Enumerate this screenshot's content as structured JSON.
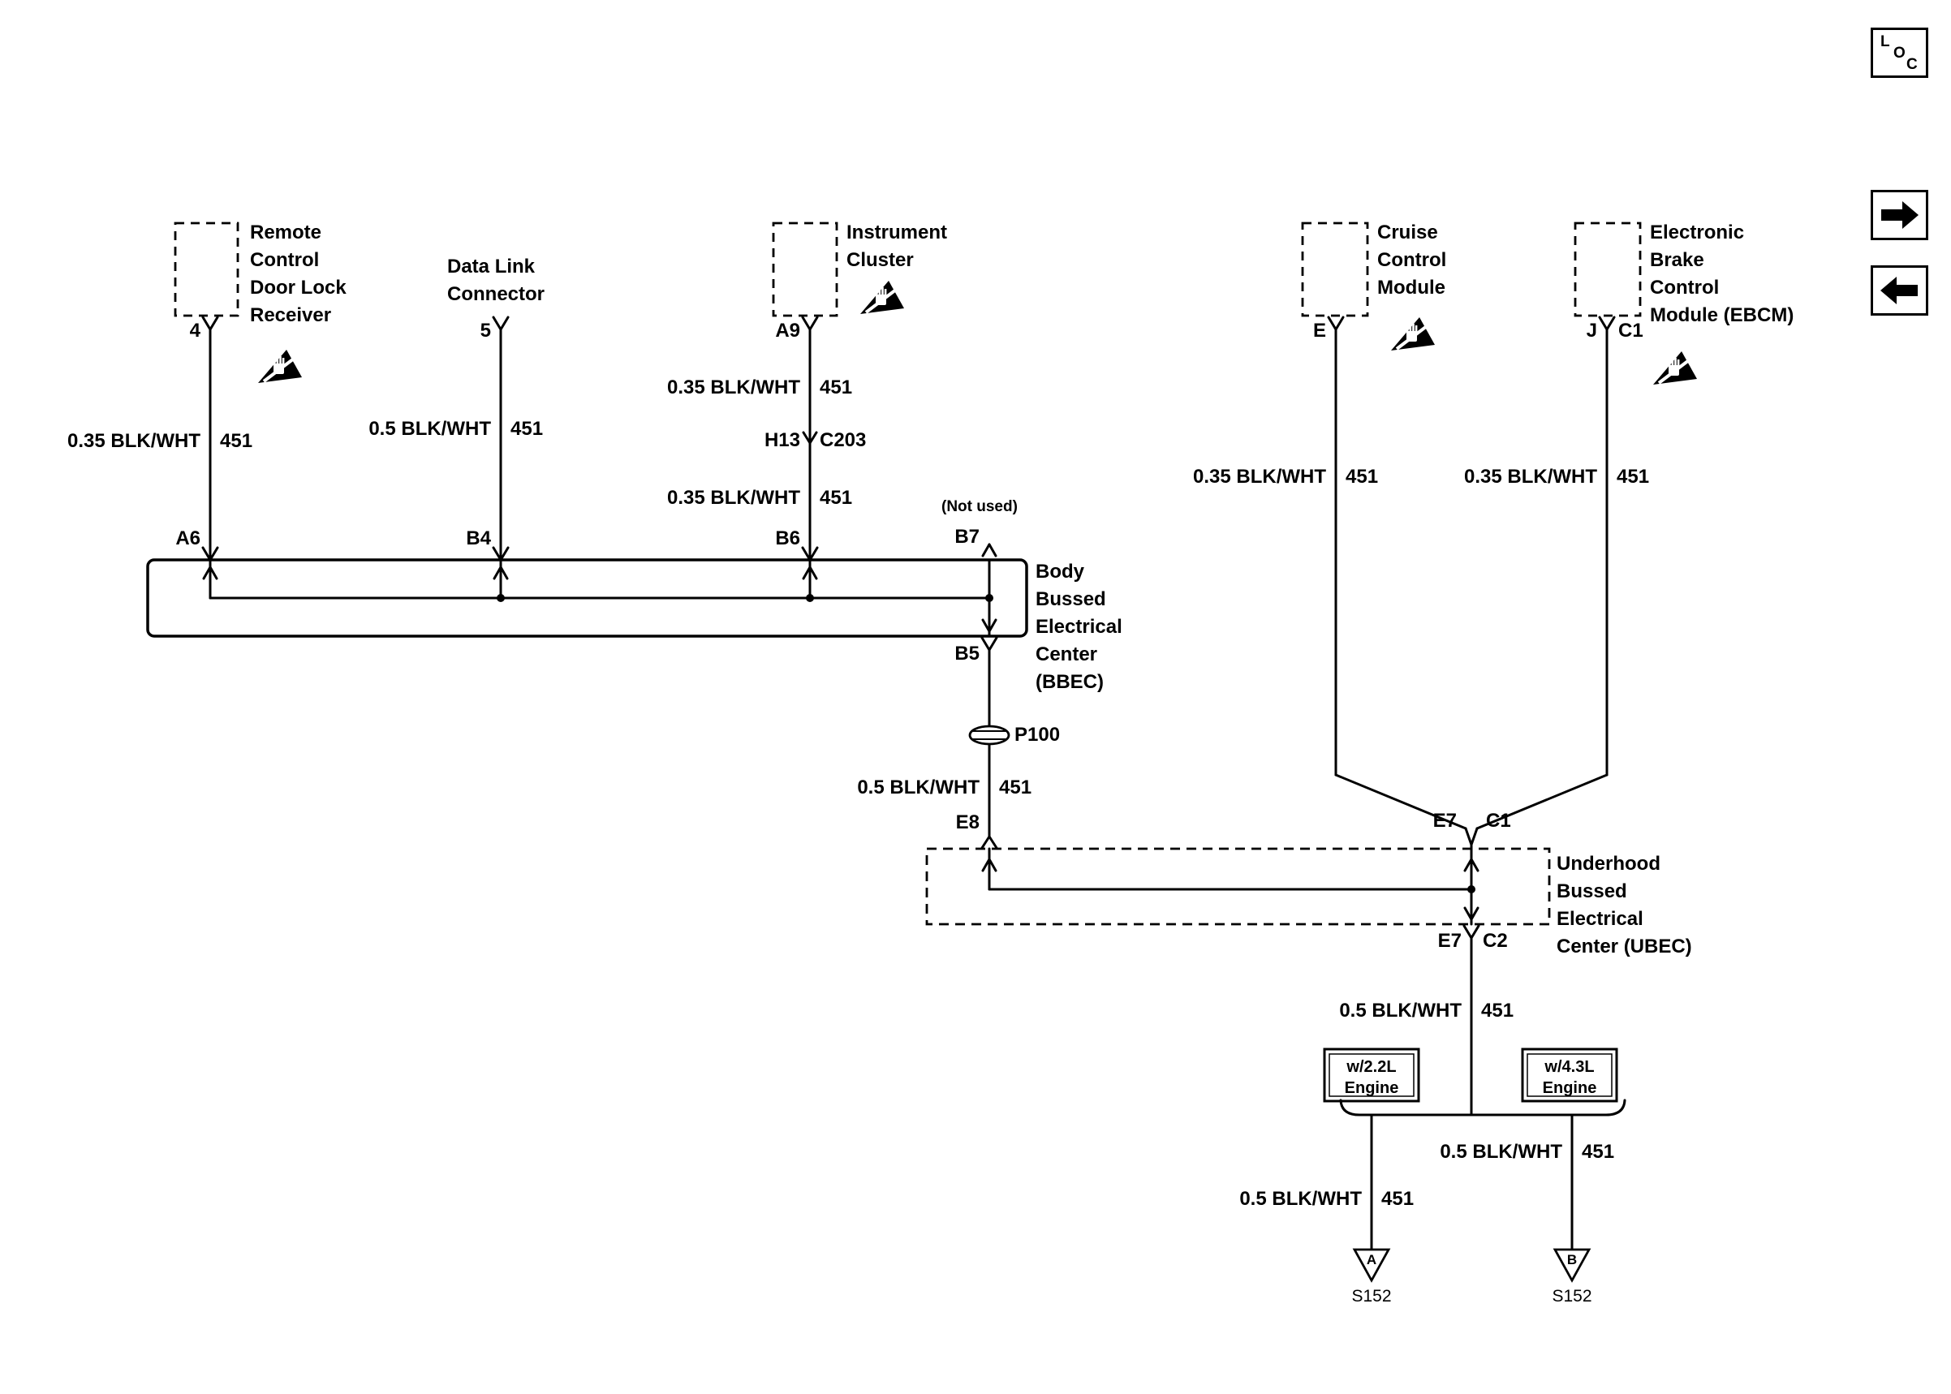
{
  "colors": {
    "line": "#000000",
    "background": "#ffffff"
  },
  "nav": {
    "loc_letters": [
      "L",
      "O",
      "C"
    ]
  },
  "icons": {
    "esd": "esd-sensitive-device-icon",
    "forward": "arrow-right-icon",
    "back": "arrow-left-icon"
  },
  "components": {
    "remote_receiver": {
      "name_lines": [
        "Remote",
        "Control",
        "Door Lock",
        "Receiver"
      ],
      "pin": "4"
    },
    "data_link_connector": {
      "name_lines": [
        "Data Link",
        "Connector"
      ],
      "pin": "5"
    },
    "instrument_cluster": {
      "name_lines": [
        "Instrument",
        "Cluster"
      ],
      "pin": "A9"
    },
    "cruise_control_module": {
      "name_lines": [
        "Cruise",
        "Control",
        "Module"
      ],
      "pin": "E"
    },
    "ebcm": {
      "name_lines": [
        "Electronic",
        "Brake",
        "Control",
        "Module (EBCM)"
      ],
      "pin": "J",
      "connector": "C1"
    },
    "bbec": {
      "name_lines": [
        "Body",
        "Bussed",
        "Electrical",
        "Center",
        "(BBEC)"
      ],
      "pin_a6": "A6",
      "pin_b4": "B4",
      "pin_b6": "B6",
      "pin_b7": "B7",
      "pin_b7_note": "(Not used)",
      "pin_b5": "B5"
    },
    "ubec": {
      "name_lines": [
        "Underhood",
        "Bussed",
        "Electrical",
        "Center (UBEC)"
      ],
      "pin_e8": "E8",
      "pin_e7_top": "E7",
      "conn_c1": "C1",
      "pin_e7_bottom": "E7",
      "conn_c2": "C2"
    },
    "engine_22": {
      "name_lines": [
        "w/2.2L",
        "Engine"
      ]
    },
    "engine_43": {
      "name_lines": [
        "w/4.3L",
        "Engine"
      ]
    }
  },
  "inline_connectors": {
    "c203": {
      "pin": "H13",
      "name": "C203"
    },
    "p100": {
      "name": "P100"
    }
  },
  "grounds": {
    "left": {
      "terminal": "A",
      "splice": "S152"
    },
    "right": {
      "terminal": "B",
      "splice": "S152"
    }
  },
  "wires": {
    "receiver": {
      "spec": "0.35 BLK/WHT",
      "circuit": "451"
    },
    "dlc": {
      "spec": "0.5 BLK/WHT",
      "circuit": "451"
    },
    "cluster_upper": {
      "spec": "0.35 BLK/WHT",
      "circuit": "451"
    },
    "cluster_lower": {
      "spec": "0.35 BLK/WHT",
      "circuit": "451"
    },
    "bbec_to_ubec": {
      "spec": "0.5 BLK/WHT",
      "circuit": "451"
    },
    "cruise": {
      "spec": "0.35 BLK/WHT",
      "circuit": "451"
    },
    "ebcm": {
      "spec": "0.35 BLK/WHT",
      "circuit": "451"
    },
    "ubec_out": {
      "spec": "0.5 BLK/WHT",
      "circuit": "451"
    },
    "ground_left": {
      "spec": "0.5 BLK/WHT",
      "circuit": "451"
    },
    "ground_right": {
      "spec": "0.5 BLK/WHT",
      "circuit": "451"
    }
  }
}
